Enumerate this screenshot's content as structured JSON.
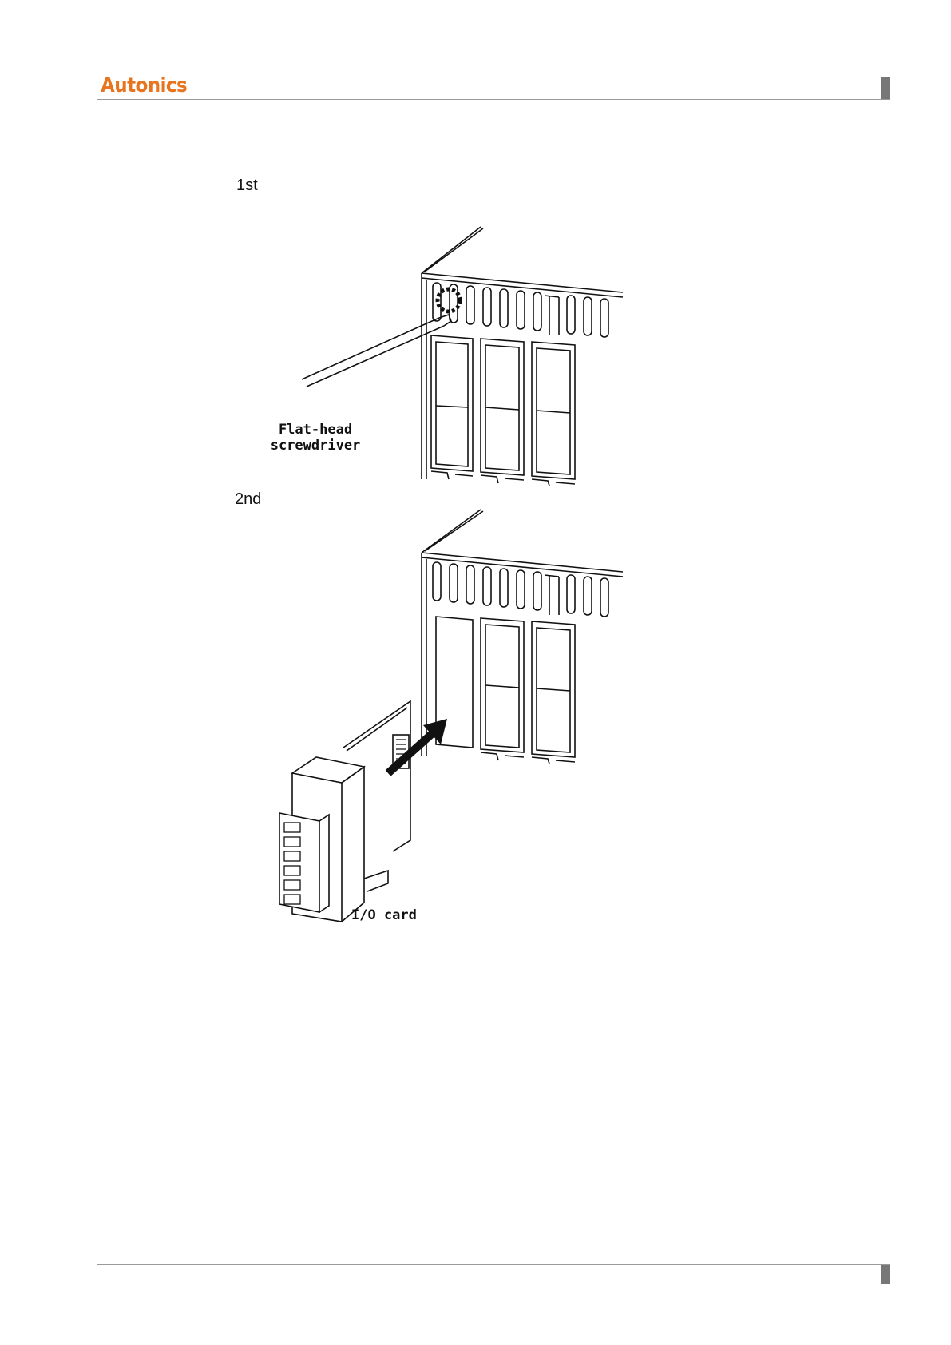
{
  "header": {
    "brand": "Autonics"
  },
  "steps": [
    {
      "label": "1st",
      "callout_line1": "Flat-head",
      "callout_line2": "screwdriver"
    },
    {
      "label": "2nd",
      "callout": "I/O card"
    }
  ],
  "colors": {
    "brand": "#e8741e",
    "rule": "#9a9a9a",
    "edge_tab": "#777777"
  },
  "icons": {
    "fig1": "controller-slot-screwdriver-illustration",
    "fig2": "io-card-insertion-illustration",
    "arrow": "insert-arrow-icon"
  }
}
